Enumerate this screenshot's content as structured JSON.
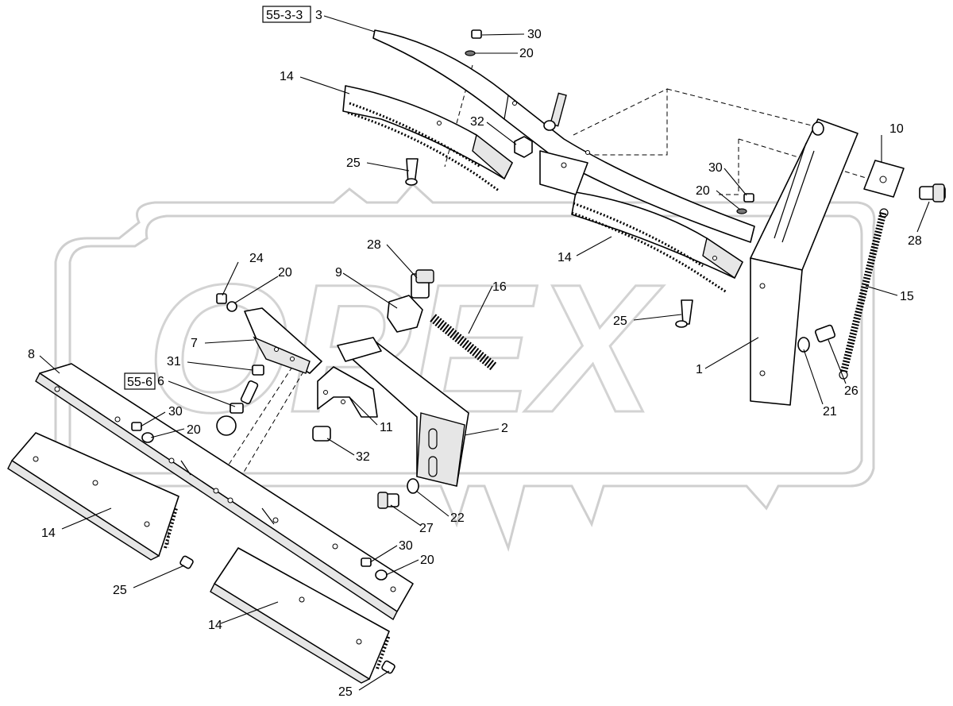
{
  "watermark": {
    "text": "OPEX"
  },
  "ref_boxes": [
    {
      "id": "rb1",
      "text": "55-3-3"
    },
    {
      "id": "rb2",
      "text": "55-6"
    }
  ],
  "callouts": [
    {
      "id": "c3",
      "text": "3"
    },
    {
      "id": "c30a",
      "text": "30"
    },
    {
      "id": "c20a",
      "text": "20"
    },
    {
      "id": "c14a",
      "text": "14"
    },
    {
      "id": "c32a",
      "text": "32"
    },
    {
      "id": "c25a",
      "text": "25"
    },
    {
      "id": "c10",
      "text": "10"
    },
    {
      "id": "c30b",
      "text": "30"
    },
    {
      "id": "c20b",
      "text": "20"
    },
    {
      "id": "c28a",
      "text": "28"
    },
    {
      "id": "c14b",
      "text": "14"
    },
    {
      "id": "c15",
      "text": "15"
    },
    {
      "id": "c25b",
      "text": "25"
    },
    {
      "id": "c1",
      "text": "1"
    },
    {
      "id": "c26",
      "text": "26"
    },
    {
      "id": "c21",
      "text": "21"
    },
    {
      "id": "c28b",
      "text": "28"
    },
    {
      "id": "c9",
      "text": "9"
    },
    {
      "id": "c16",
      "text": "16"
    },
    {
      "id": "c24",
      "text": "24"
    },
    {
      "id": "c20c",
      "text": "20"
    },
    {
      "id": "c7",
      "text": "7"
    },
    {
      "id": "c31",
      "text": "31"
    },
    {
      "id": "c6",
      "text": "6"
    },
    {
      "id": "c8",
      "text": "8"
    },
    {
      "id": "c30c",
      "text": "30"
    },
    {
      "id": "c20d",
      "text": "20"
    },
    {
      "id": "c11",
      "text": "11"
    },
    {
      "id": "c2",
      "text": "2"
    },
    {
      "id": "c32b",
      "text": "32"
    },
    {
      "id": "c14c",
      "text": "14"
    },
    {
      "id": "c22",
      "text": "22"
    },
    {
      "id": "c27",
      "text": "27"
    },
    {
      "id": "c30d",
      "text": "30"
    },
    {
      "id": "c20e",
      "text": "20"
    },
    {
      "id": "c25c",
      "text": "25"
    },
    {
      "id": "c14d",
      "text": "14"
    },
    {
      "id": "c25d",
      "text": "25"
    }
  ]
}
